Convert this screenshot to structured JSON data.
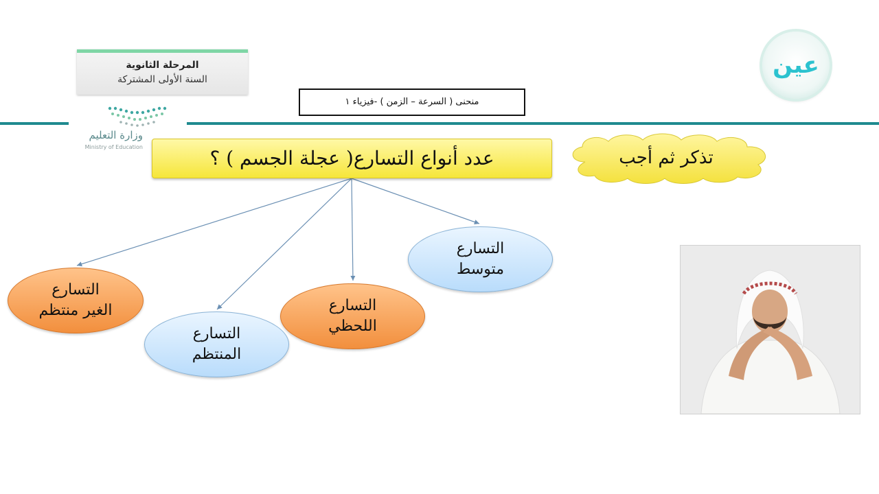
{
  "header": {
    "grade_line1": "المرحلة الثانوية",
    "grade_line2": "السنة الأولى المشتركة",
    "lesson_title": "منحنى ( السرعة – الزمن ) -فيزياء ١"
  },
  "ministry_logo": {
    "name_ar": "وزارة التعليم",
    "name_en": "Ministry of Education"
  },
  "brand_logo": {
    "text": "عين",
    "color": "#2bc2cf"
  },
  "diagram": {
    "question": "عدد أنواع التسارع( عجلة الجسم ) ؟",
    "prompt": "تذكر ثم أجب",
    "nodes": [
      {
        "line1": "التسارع",
        "line2": "متوسط",
        "style": "blue"
      },
      {
        "line1": "التسارع",
        "line2": "اللحظي",
        "style": "orange"
      },
      {
        "line1": "التسارع",
        "line2": "المنتظم",
        "style": "blue"
      },
      {
        "line1": "التسارع",
        "line2": "الغير منتظم",
        "style": "orange"
      }
    ]
  },
  "colors": {
    "accent_teal": "#1f8a8f",
    "banner_yellow": "#f6e63a",
    "node_blue": "#b9dcfb",
    "node_orange": "#f28f3d",
    "arrow": "#6a8fb3"
  }
}
